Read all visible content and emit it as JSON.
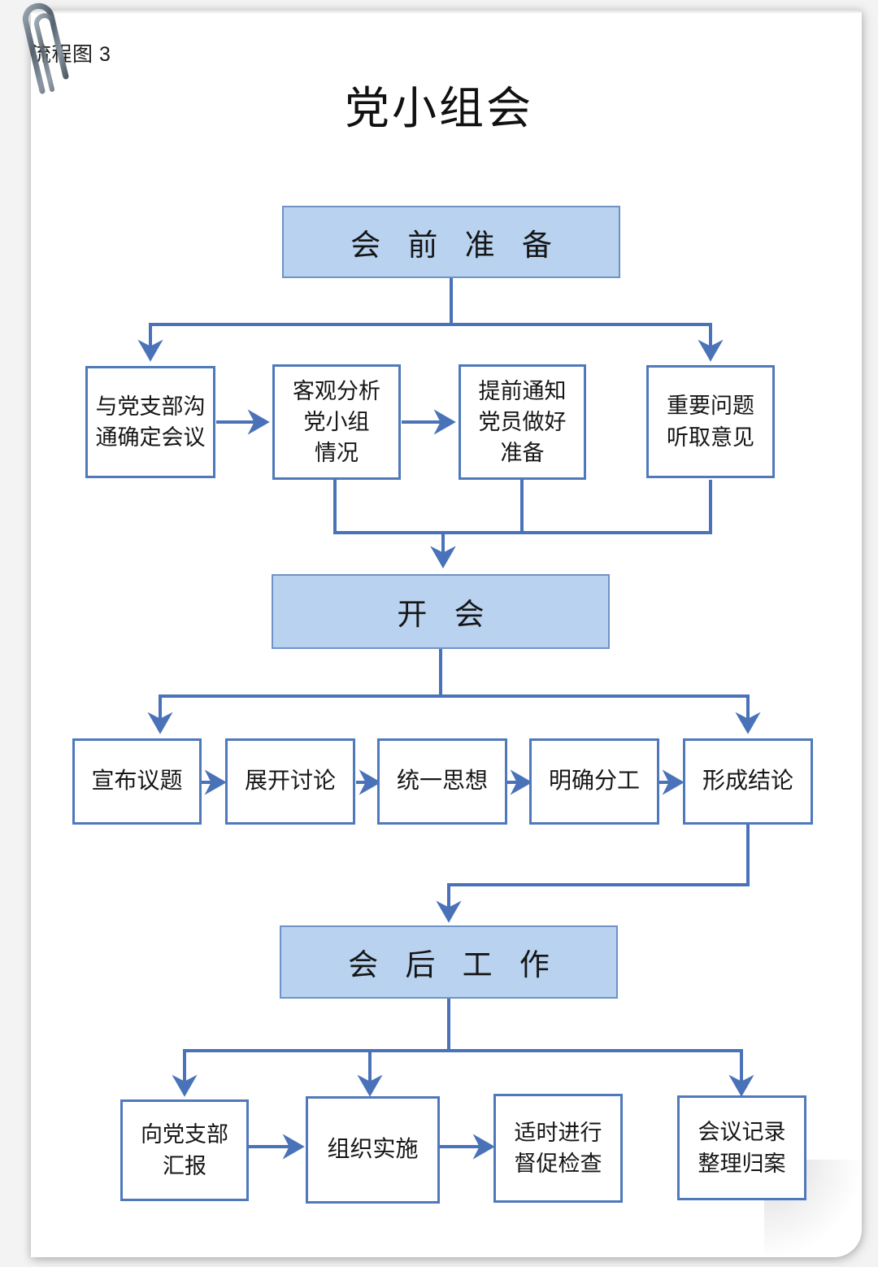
{
  "document": {
    "label": "流程图 3",
    "title": "党小组会",
    "paperclip_icon": "paperclip-icon"
  },
  "colors": {
    "banner_fill": "#b8d2f0",
    "banner_border": "#6f93c4",
    "box_border": "#4f79bb",
    "connector": "#4a72b8",
    "page": "#ffffff",
    "text": "#161616"
  },
  "chart_data": {
    "type": "diagram",
    "title": "党小组会",
    "subtitle": "流程图 3",
    "orientation": "top-down",
    "stages": [
      {
        "id": "stage-prep",
        "banner": "会 前 准 备",
        "nodes": [
          {
            "id": "prep-1",
            "lines": [
              "与党支部沟",
              "通确定会议"
            ]
          },
          {
            "id": "prep-2",
            "lines": [
              "客观分析",
              "党小组",
              "情况"
            ]
          },
          {
            "id": "prep-3",
            "lines": [
              "提前通知",
              "党员做好",
              "准备"
            ]
          },
          {
            "id": "prep-4",
            "lines": [
              "重要问题",
              "听取意见"
            ]
          }
        ]
      },
      {
        "id": "stage-meeting",
        "banner": "开 会",
        "nodes": [
          {
            "id": "meet-1",
            "lines": [
              "宣布议题"
            ]
          },
          {
            "id": "meet-2",
            "lines": [
              "展开讨论"
            ]
          },
          {
            "id": "meet-3",
            "lines": [
              "统一思想"
            ]
          },
          {
            "id": "meet-4",
            "lines": [
              "明确分工"
            ]
          },
          {
            "id": "meet-5",
            "lines": [
              "形成结论"
            ]
          }
        ]
      },
      {
        "id": "stage-after",
        "banner": "会 后 工 作",
        "nodes": [
          {
            "id": "after-1",
            "lines": [
              "向党支部",
              "汇报"
            ]
          },
          {
            "id": "after-2",
            "lines": [
              "组织实施"
            ]
          },
          {
            "id": "after-3",
            "lines": [
              "适时进行",
              "督促检查"
            ]
          },
          {
            "id": "after-4",
            "lines": [
              "会议记录",
              "整理归案"
            ]
          }
        ]
      }
    ],
    "edges": [
      {
        "from": "stage-prep",
        "to": "prep-1",
        "style": "elbow-arrow"
      },
      {
        "from": "stage-prep",
        "to": "prep-4",
        "style": "elbow-arrow"
      },
      {
        "from": "prep-1",
        "to": "prep-2",
        "style": "straight-arrow"
      },
      {
        "from": "prep-2",
        "to": "prep-3",
        "style": "straight-arrow"
      },
      {
        "from": "prep-2",
        "to": "stage-meeting",
        "style": "merge-arrow"
      },
      {
        "from": "prep-3",
        "to": "stage-meeting",
        "style": "merge-arrow"
      },
      {
        "from": "prep-4",
        "to": "stage-meeting",
        "style": "merge-arrow"
      },
      {
        "from": "stage-meeting",
        "to": "meet-1",
        "style": "elbow-arrow"
      },
      {
        "from": "stage-meeting",
        "to": "meet-5",
        "style": "elbow-arrow"
      },
      {
        "from": "meet-1",
        "to": "meet-2",
        "style": "straight-arrow"
      },
      {
        "from": "meet-2",
        "to": "meet-3",
        "style": "straight-arrow"
      },
      {
        "from": "meet-3",
        "to": "meet-4",
        "style": "straight-arrow"
      },
      {
        "from": "meet-4",
        "to": "meet-5",
        "style": "straight-arrow"
      },
      {
        "from": "meet-5",
        "to": "stage-after",
        "style": "elbow-arrow"
      },
      {
        "from": "stage-after",
        "to": "after-1",
        "style": "elbow-arrow"
      },
      {
        "from": "stage-after",
        "to": "after-2",
        "style": "elbow-arrow"
      },
      {
        "from": "stage-after",
        "to": "after-4",
        "style": "elbow-arrow"
      },
      {
        "from": "after-1",
        "to": "after-2",
        "style": "straight-arrow"
      },
      {
        "from": "after-2",
        "to": "after-3",
        "style": "straight-arrow"
      }
    ]
  }
}
